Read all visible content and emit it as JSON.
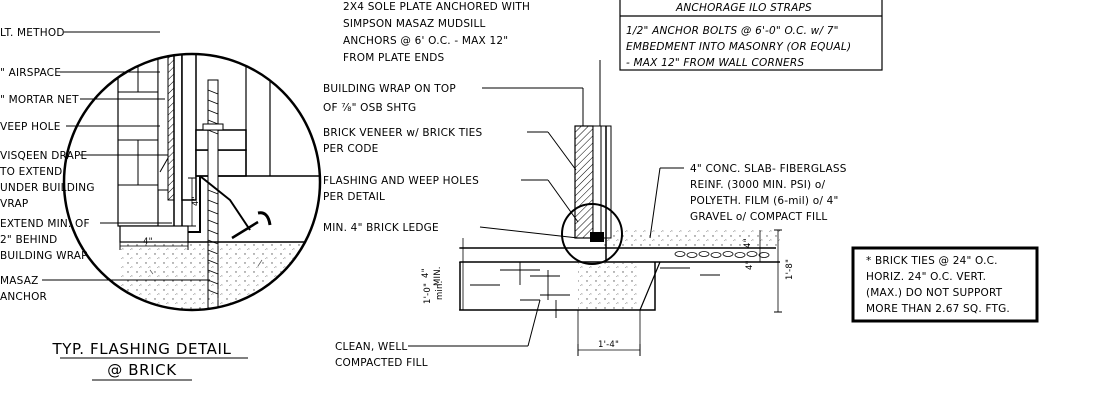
{
  "left_detail": {
    "labels": [
      "LT. METHOD",
      "\" AIRSPACE",
      "\" MORTAR NET",
      "VEEP HOLE",
      "VISQEEN DRAPE",
      "TO EXTEND",
      "UNDER BUILDING",
      "VRAP",
      "EXTEND MIN. OF",
      "2\" BEHIND",
      "BUILDING WRAP",
      "MASAZ",
      "ANCHOR"
    ],
    "dim_4_horizontal": "4\"",
    "dim_4_vertical": "4\"",
    "title_line1": "TYP. FLASHING DETAIL",
    "title_line2": "@ BRICK"
  },
  "center_detail": {
    "left_labels": [
      "2X4 SOLE PLATE ANCHORED WITH",
      "SIMPSON MASAZ MUDSILL",
      "ANCHORS @ 6' O.C. - MAX 12\"",
      "FROM PLATE ENDS",
      "BUILDING WRAP ON TOP",
      "OF ⅞\" OSB SHTG",
      "BRICK VENEER w/ BRICK TIES",
      "PER CODE",
      "FLASHING AND WEEP HOLES",
      "PER DETAIL",
      "MIN. 4\" BRICK LEDGE",
      "CLEAN, WELL",
      "COMPACTED FILL"
    ],
    "right_labels": [
      "4\" CONC. SLAB- FIBERGLASS",
      "REINF. (3000 MIN. PSI) o/",
      "POLYETH. FILM (6-mil) o/ 4\"",
      "GRAVEL o/ COMPACT FILL"
    ],
    "anchor_box": [
      "ANCHORAGE ILO STRAPS",
      "1/2\" ANCHOR BOLTS @ 6'-0\" O.C. w/ 7\"",
      "EMBEDMENT INTO MASONRY (OR EQUAL)",
      "- MAX 12\" FROM WALL CORNERS"
    ],
    "dims": {
      "min4_a": "4\"",
      "min4_b": "MIN.",
      "footing_a": "1'-0\"",
      "footing_b": "min.",
      "slab_4": "4\"",
      "slab_4b": "4\"",
      "depth": "1'-8\"",
      "width": "1'-4\""
    }
  },
  "note_box": [
    "* BRICK TIES @ 24\" O.C.",
    "HORIZ. 24\" O.C. VERT.",
    "(MAX.) DO NOT SUPPORT",
    "MORE THAN 2.67 SQ. FTG."
  ]
}
